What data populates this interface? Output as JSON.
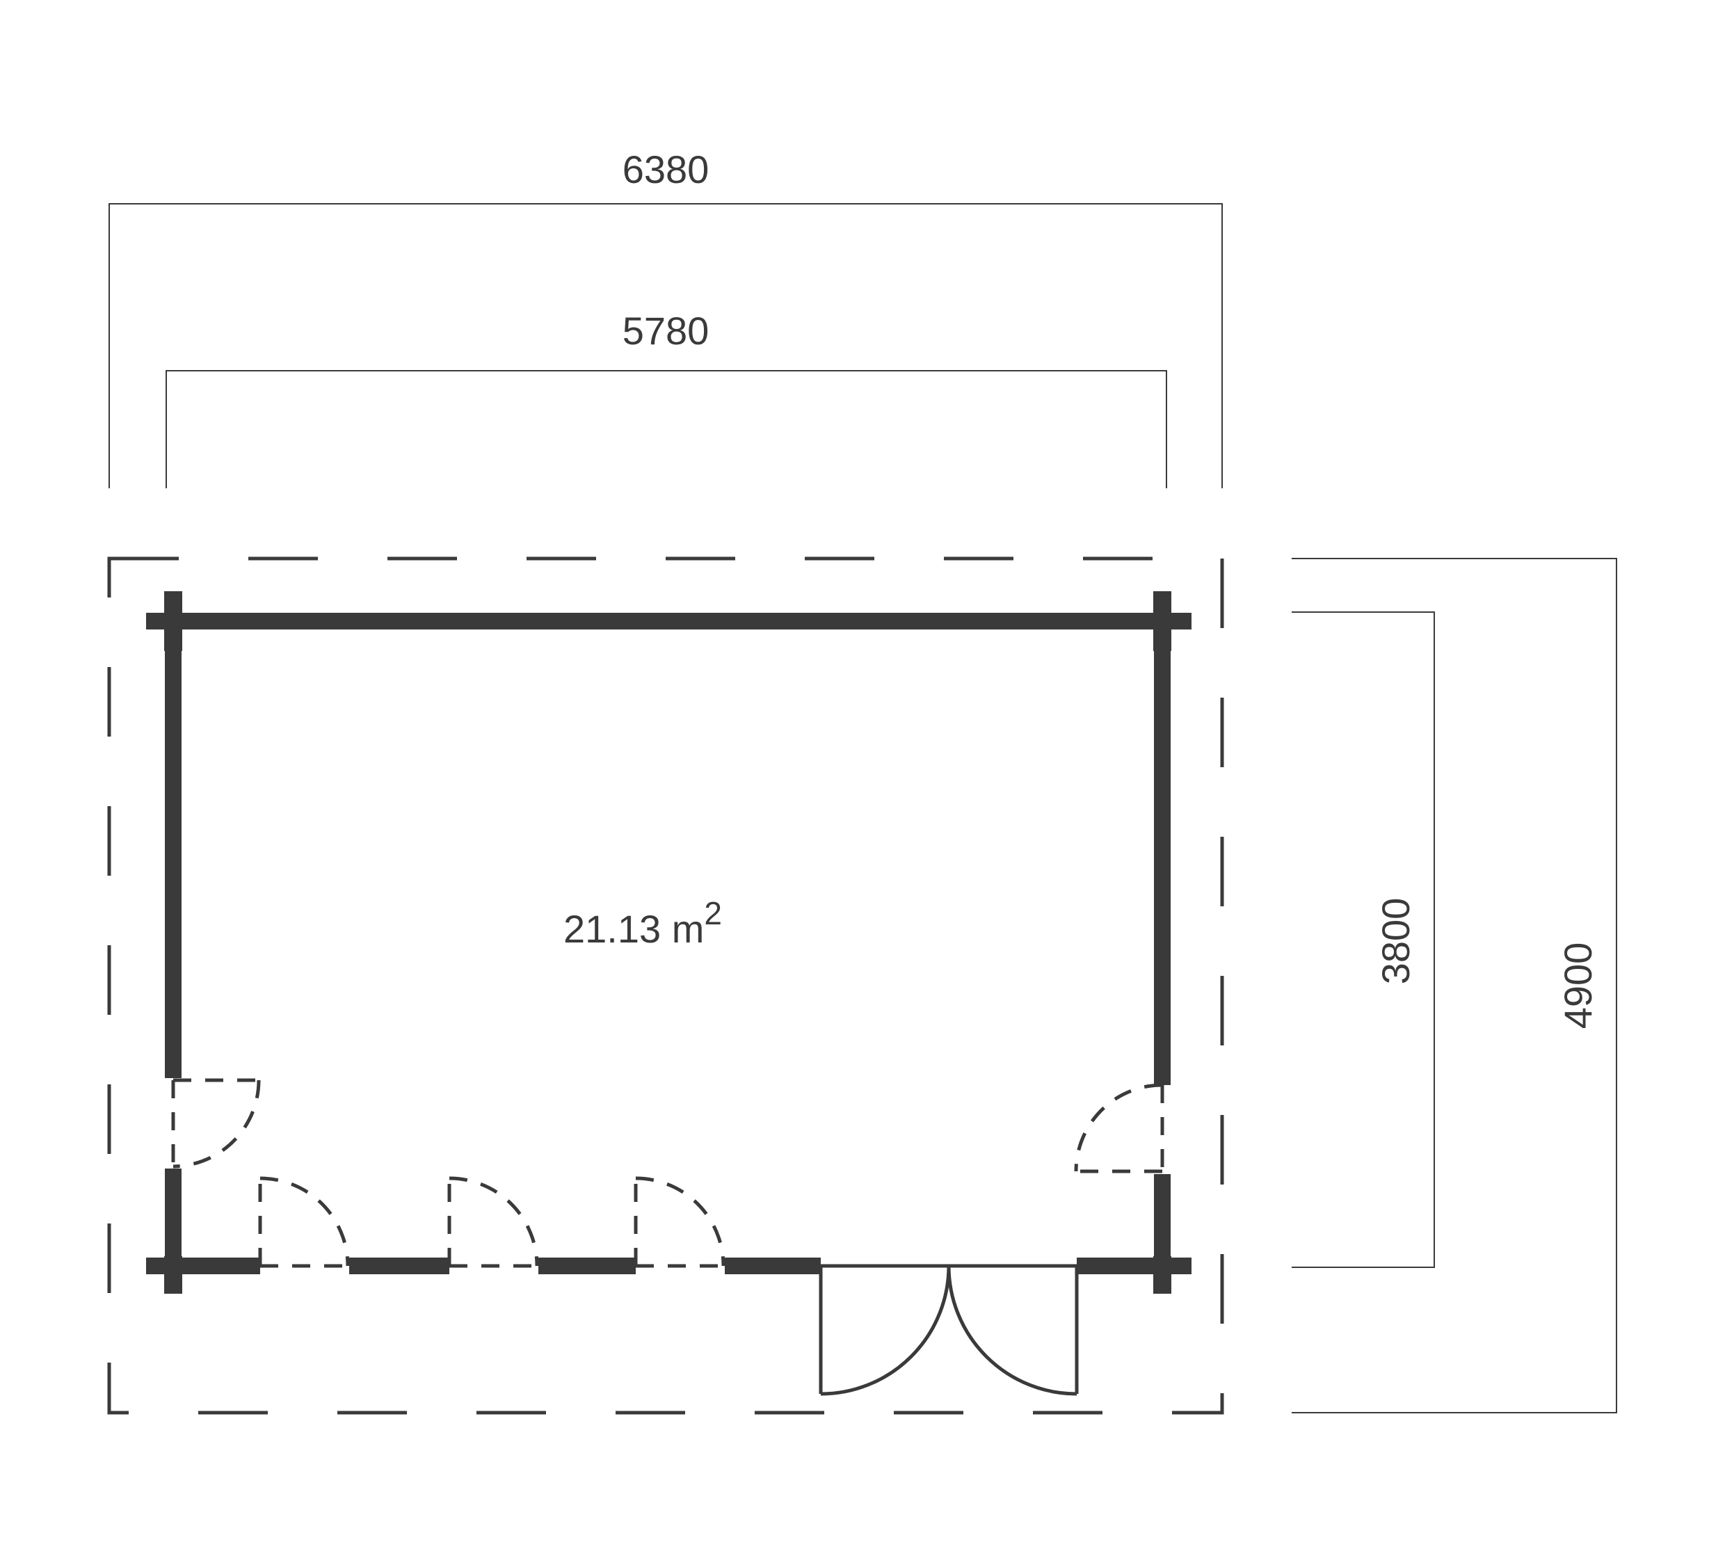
{
  "dimensions": {
    "outer_width": "6380",
    "inner_width": "5780",
    "inner_depth": "3800",
    "outer_depth": "4900"
  },
  "floor_area": {
    "value": "21.13 m",
    "superscript": "2"
  },
  "colors": {
    "ink": "#3a3a3a",
    "background": "#ffffff"
  }
}
